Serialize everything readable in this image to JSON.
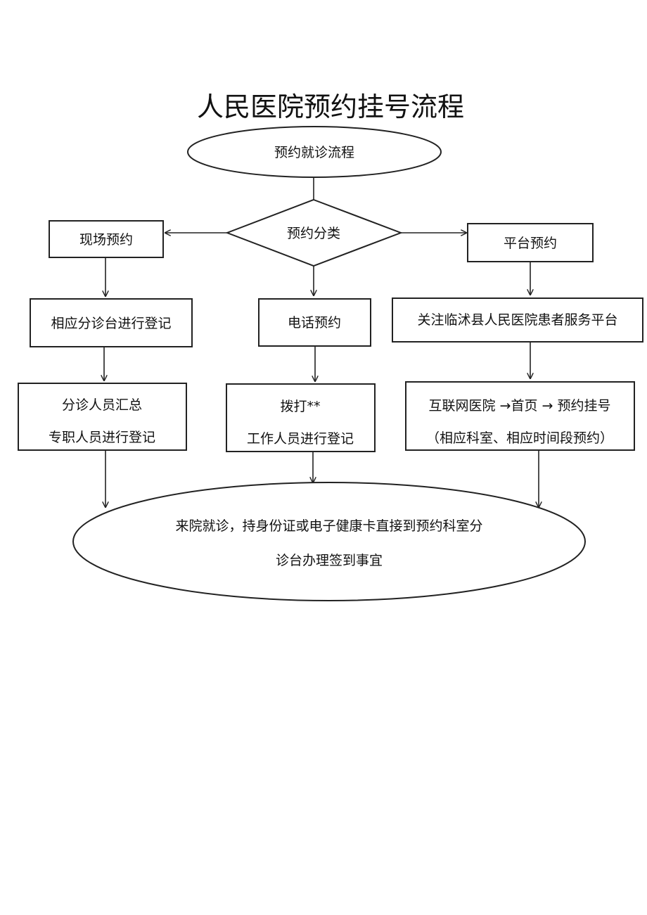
{
  "title": "人民医院预约挂号流程",
  "nodes": {
    "start": {
      "text": "预约就诊流程"
    },
    "decision": {
      "text": "预约分类"
    },
    "onsite": {
      "text": "现场预约"
    },
    "platform": {
      "text": "平台预约"
    },
    "onsite_register": {
      "text": "相应分诊台进行登记"
    },
    "phone": {
      "text": "电话预约"
    },
    "platform_follow": {
      "text": "关注临沭县人民医院患者服务平台"
    },
    "onsite_summary": {
      "line1": "分诊人员汇总",
      "line2": "专职人员进行登记"
    },
    "phone_dial": {
      "line1": "拨打**",
      "line2": "工作人员进行登记"
    },
    "platform_path": {
      "line1": "互联网医院 →首页 → 预约挂号",
      "line2": "（相应科室、相应时间段预约）"
    },
    "end": {
      "line1": "来院就诊，持身份证或电子健康卡直接到预约科室分",
      "line2": "诊台办理签到事宜"
    }
  },
  "colors": {
    "stroke": "#222222",
    "text": "#111111",
    "background": "#ffffff"
  }
}
